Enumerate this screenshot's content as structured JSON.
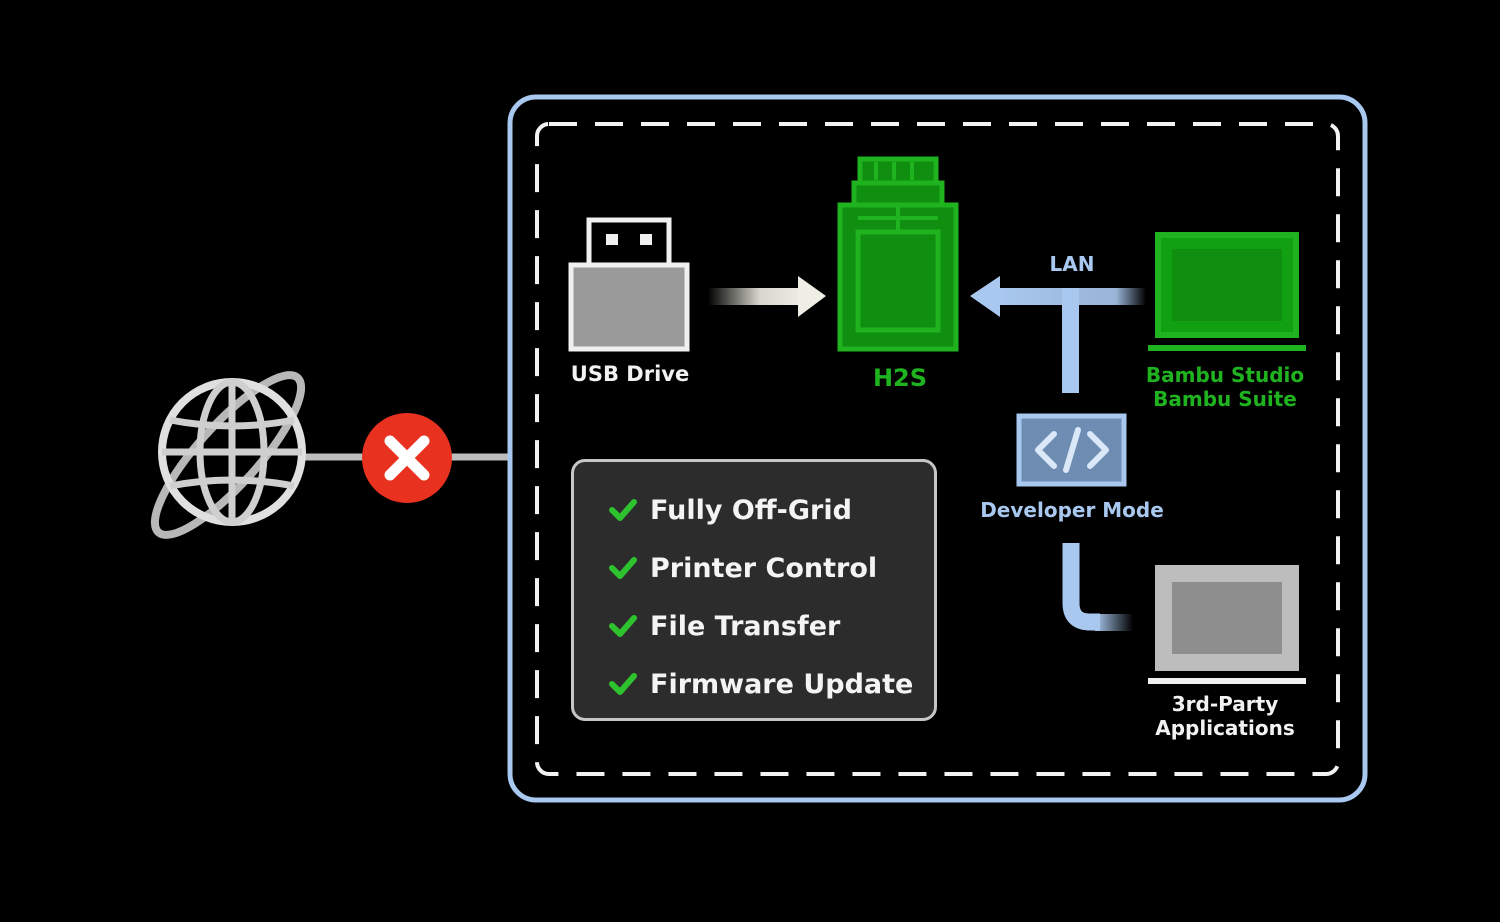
{
  "labels": {
    "usb": "USB Drive",
    "h2s": "H2S",
    "lan": "LAN",
    "studio_line1": "Bambu Studio",
    "studio_line2": "Bambu Suite",
    "dev_mode": "Developer Mode",
    "third_line1": "3rd-Party",
    "third_line2": "Applications"
  },
  "features": [
    "Fully Off-Grid",
    "Printer Control",
    "File Transfer",
    "Firmware Update"
  ],
  "colors": {
    "background": "#000000",
    "frame_blue": "#a9c8ef",
    "printer_green": "#1fb31f",
    "block_red": "#e8321f",
    "check_green": "#2fc22f",
    "panel_grey": "#2c2c2c"
  },
  "icons": {
    "internet": "globe-icon",
    "blocked": "x-circle-icon",
    "usb": "usb-drive-icon",
    "printer": "printer-icon",
    "laptop": "laptop-icon",
    "code": "code-icon",
    "check": "check-icon"
  }
}
